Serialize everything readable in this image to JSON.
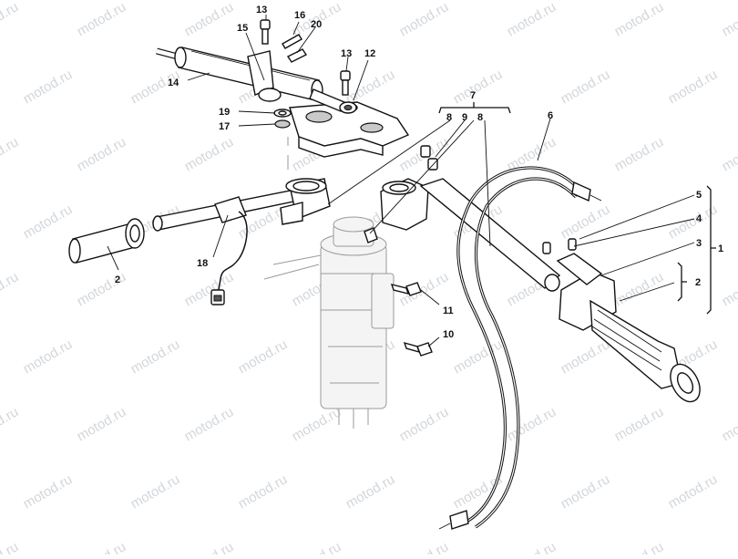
{
  "watermark": {
    "text": "motod.ru"
  },
  "callouts": {
    "c1": "1",
    "c2a": "2",
    "c2b": "2",
    "c3": "3",
    "c4": "4",
    "c5": "5",
    "c6": "6",
    "c7": "7",
    "c8a": "8",
    "c9": "9",
    "c8b": "8",
    "c10": "10",
    "c11": "11",
    "c12": "12",
    "c13a": "13",
    "c13b": "13",
    "c14": "14",
    "c15": "15",
    "c16": "16",
    "c17": "17",
    "c18": "18",
    "c19": "19",
    "c20": "20"
  },
  "colors": {
    "line": "#111111",
    "watermark": "#d2d7dc",
    "ghost": "#9a9a9a",
    "background": "#ffffff"
  }
}
